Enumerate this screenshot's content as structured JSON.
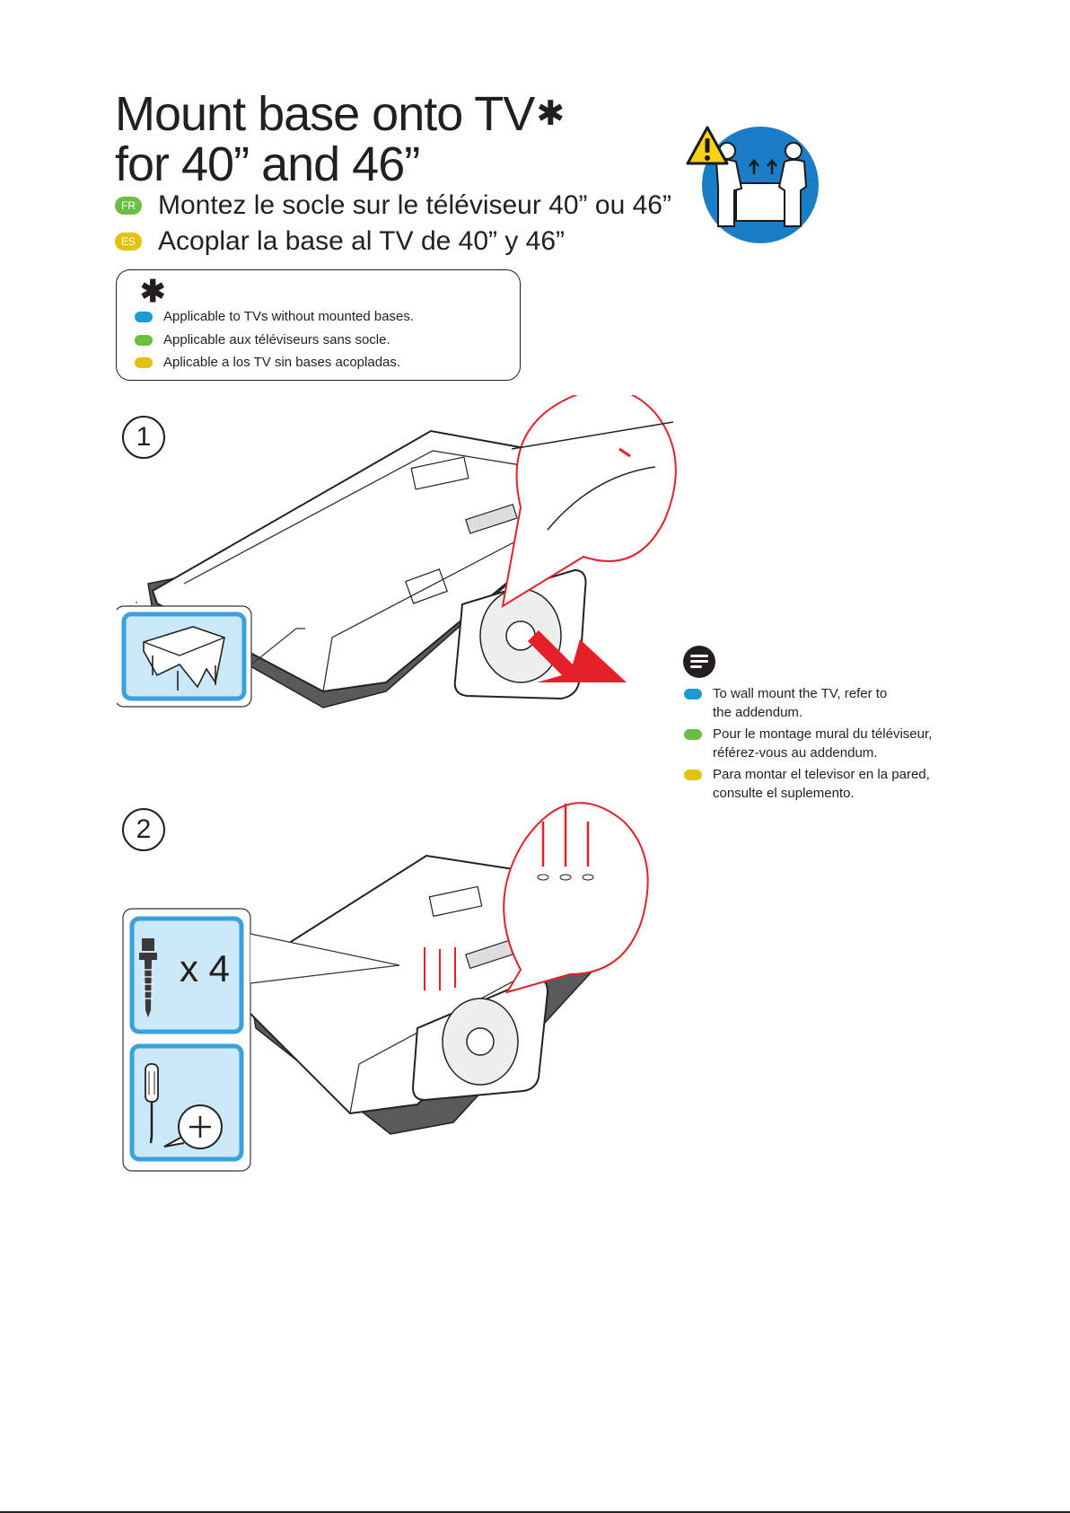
{
  "header": {
    "title_line1": "Mount base onto TV",
    "title_star": "✱",
    "title_line2": "for 40” and 46”",
    "fr_tag": "FR",
    "fr_text": "Montez le socle sur le téléviseur 40” ou 46”",
    "es_tag": "ES",
    "es_text": "Acoplar la base al TV de 40” y 46”"
  },
  "note": {
    "star": "✱",
    "en": "Applicable to TVs without mounted bases.",
    "fr": "Applicable aux téléviseurs sans socle.",
    "es": "Aplicable a los TV sin bases acopladas."
  },
  "steps": {
    "step1": "1",
    "step2": "2"
  },
  "info": {
    "en": [
      "To wall mount the TV, refer to",
      "the addendum."
    ],
    "fr": [
      "Pour le montage mural du téléviseur,",
      "référez-vous au addendum."
    ],
    "es": [
      "Para montar el televisor en la pared,",
      "consulte el suplemento."
    ]
  },
  "parts": {
    "screw_count": "x 4"
  },
  "colors": {
    "en": "#1b9ad6",
    "fr": "#6abd45",
    "es": "#e2c20c",
    "accent_red": "#e5202b",
    "frame_blue": "#3aa1dc",
    "panel_fill": "#cbe8f8"
  },
  "icons": [
    "warning-icon",
    "two-person-lift-icon",
    "tablecloth-icon",
    "info-note-icon",
    "screw-icon",
    "screwdriver-icon",
    "phillips-head-icon"
  ]
}
